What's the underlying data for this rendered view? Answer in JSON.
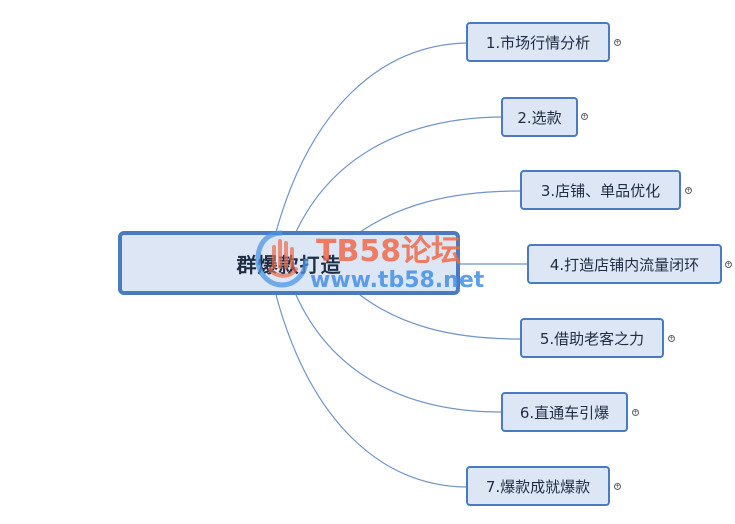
{
  "mindmap": {
    "central_topic": "群爆款打造",
    "branches": [
      {
        "label": "1.市场行情分析",
        "collapsed": true
      },
      {
        "label": "2.选款",
        "collapsed": true
      },
      {
        "label": "3.店铺、单品优化",
        "collapsed": true
      },
      {
        "label": "4.打造店铺内流量闭环",
        "collapsed": true
      },
      {
        "label": "5.借助老客之力",
        "collapsed": true
      },
      {
        "label": "6.直通车引爆",
        "collapsed": true
      },
      {
        "label": "7.爆款成就爆款",
        "collapsed": true
      }
    ],
    "expand_symbol": "+"
  },
  "watermark": {
    "title": "TB58论坛",
    "url": "www.tb58.net"
  },
  "colors": {
    "node_fill": "#dce6f4",
    "node_border": "#4a7bc0",
    "connector": "#6f95c9",
    "watermark_red": "#f06a4a",
    "watermark_blue": "#4c95e6"
  }
}
